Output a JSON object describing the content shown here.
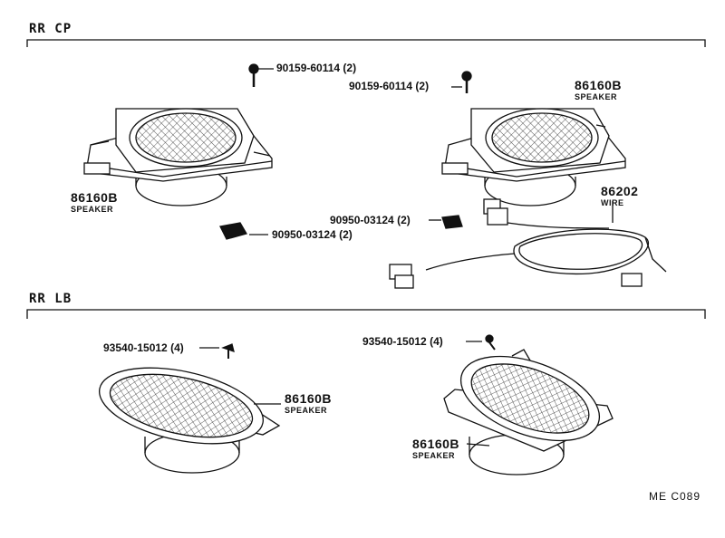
{
  "sections": {
    "rr_cp": "RR CP",
    "rr_lb": "RR LB"
  },
  "parts": {
    "screw_left": "90159-60114 (2)",
    "screw_right": "90159-60114 (2)",
    "clip_upper": "90950-03124 (2)",
    "clip_lower": "90950-03124 (2)",
    "screw_lb_left": "93540-15012 (4)",
    "screw_lb_right": "93540-15012 (4)",
    "wire_number": "86202",
    "wire_name": "WIRE"
  },
  "speakers": [
    {
      "number": "86160B",
      "name": "SPEAKER"
    },
    {
      "number": "86160B",
      "name": "SPEAKER"
    },
    {
      "number": "86160B",
      "name": "SPEAKER"
    },
    {
      "number": "86160B",
      "name": "SPEAKER"
    }
  ],
  "diagram_code": "ME C089"
}
